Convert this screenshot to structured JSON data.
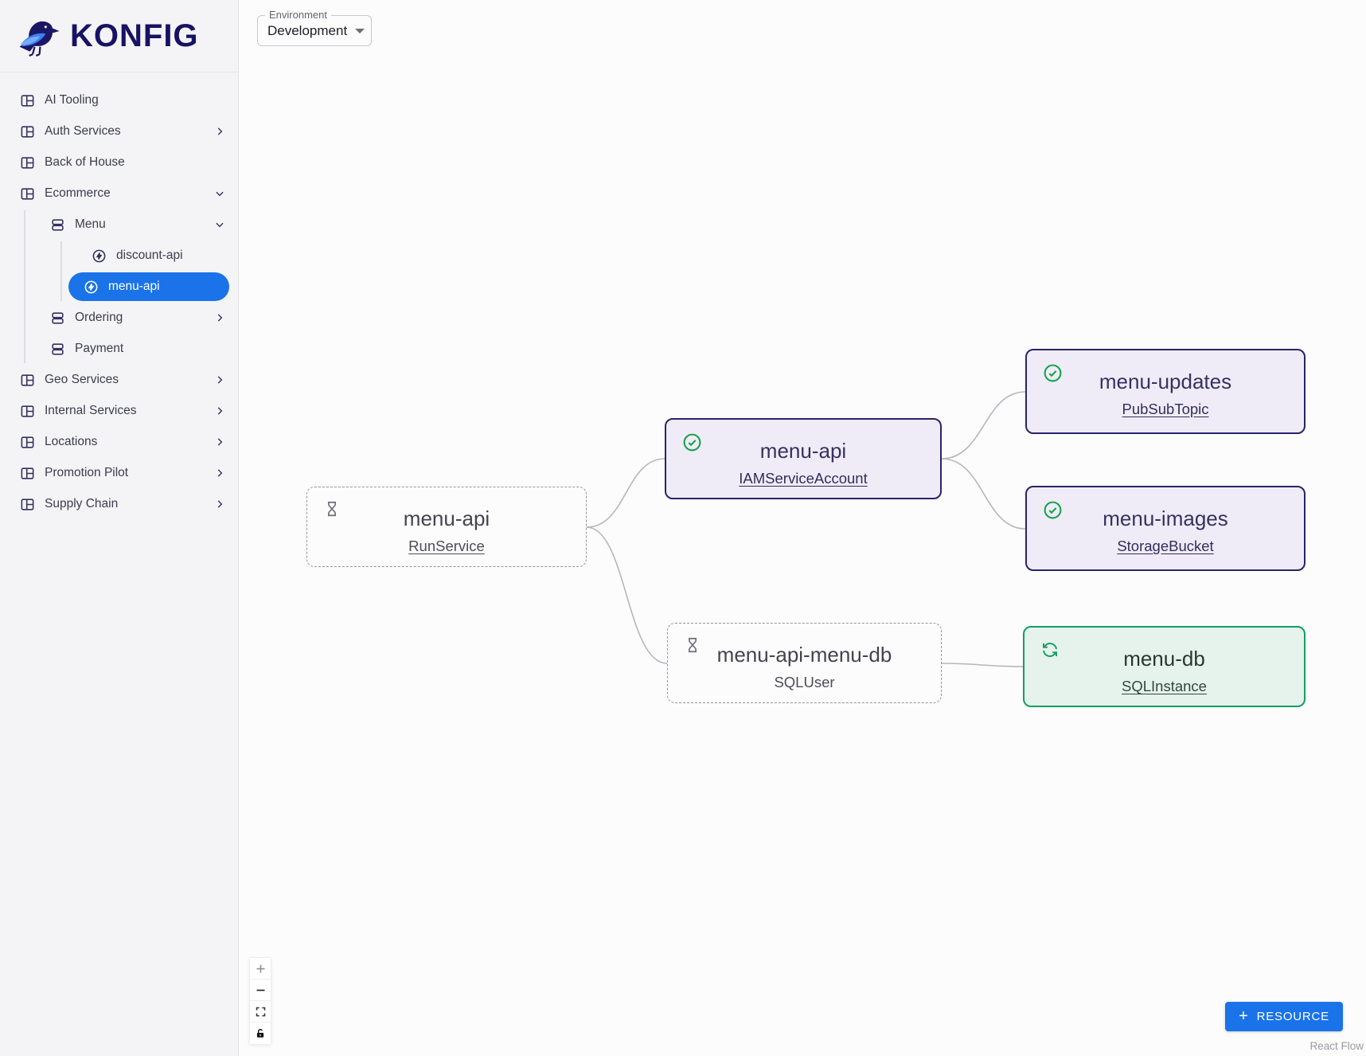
{
  "brand": {
    "name": "KONFIG",
    "logo": "crow-logo"
  },
  "environment": {
    "label": "Environment",
    "value": "Development"
  },
  "sidebar": {
    "items": [
      {
        "label": "AI Tooling",
        "level": 1,
        "icon": "panels-icon",
        "chevron": "none"
      },
      {
        "label": "Auth Services",
        "level": 1,
        "icon": "panels-icon",
        "chevron": "right"
      },
      {
        "label": "Back of House",
        "level": 1,
        "icon": "panels-icon",
        "chevron": "none"
      },
      {
        "label": "Ecommerce",
        "level": 1,
        "icon": "panels-icon",
        "chevron": "down",
        "expanded": true
      },
      {
        "label": "Menu",
        "level": 2,
        "icon": "server-icon",
        "chevron": "down",
        "expanded": true
      },
      {
        "label": "discount-api",
        "level": 3,
        "icon": "zap-circle-icon",
        "chevron": "none"
      },
      {
        "label": "menu-api",
        "level": 3,
        "icon": "zap-circle-icon",
        "chevron": "none",
        "selected": true
      },
      {
        "label": "Ordering",
        "level": 2,
        "icon": "server-icon",
        "chevron": "right"
      },
      {
        "label": "Payment",
        "level": 2,
        "icon": "server-icon",
        "chevron": "none"
      },
      {
        "label": "Geo Services",
        "level": 1,
        "icon": "panels-icon",
        "chevron": "right"
      },
      {
        "label": "Internal Services",
        "level": 1,
        "icon": "panels-icon",
        "chevron": "right"
      },
      {
        "label": "Locations",
        "level": 1,
        "icon": "panels-icon",
        "chevron": "right"
      },
      {
        "label": "Promotion Pilot",
        "level": 1,
        "icon": "panels-icon",
        "chevron": "right"
      },
      {
        "label": "Supply Chain",
        "level": 1,
        "icon": "panels-icon",
        "chevron": "right"
      }
    ]
  },
  "canvas": {
    "nodes": [
      {
        "name": "menu-api",
        "resource_type": "RunService",
        "status": "pending",
        "icon": "hourglass-icon",
        "style": "dashed"
      },
      {
        "name": "menu-api",
        "resource_type": "IAMServiceAccount",
        "status": "deployed",
        "icon": "check-circle-icon",
        "style": "purple"
      },
      {
        "name": "menu-updates",
        "resource_type": "PubSubTopic",
        "status": "deployed",
        "icon": "check-circle-icon",
        "style": "purple"
      },
      {
        "name": "menu-images",
        "resource_type": "StorageBucket",
        "status": "deployed",
        "icon": "check-circle-icon",
        "style": "purple"
      },
      {
        "name": "menu-api-menu-db",
        "resource_type": "SQLUser",
        "status": "pending",
        "icon": "hourglass-icon",
        "style": "dashed"
      },
      {
        "name": "menu-db",
        "resource_type": "SQLInstance",
        "status": "syncing",
        "icon": "sync-icon",
        "style": "green"
      }
    ],
    "resource_button": {
      "label": "RESOURCE",
      "plus": "+"
    },
    "attribution": "React Flow"
  },
  "colors": {
    "accent_blue": "#1a73e8",
    "brand_navy": "#171263",
    "node_purple_bg": "#efecf8",
    "node_purple_border": "#2a2467",
    "node_green_bg": "#e5f3ec",
    "node_green_border": "#169d65",
    "status_green": "#16a34a",
    "edge_gray": "#b6b6bd",
    "sidebar_bg": "#f4f4f6"
  }
}
